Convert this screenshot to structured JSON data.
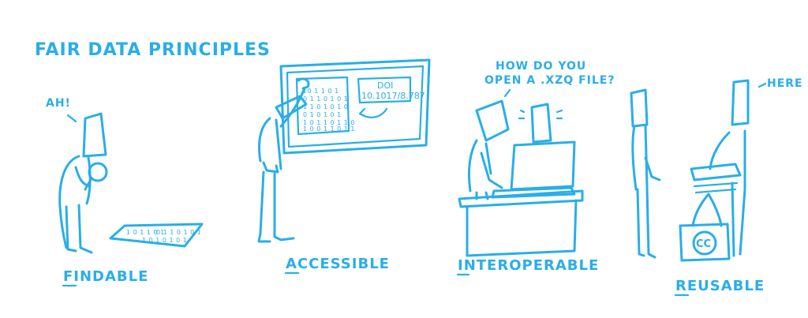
{
  "title": "FAIR DATA PRINCIPLES",
  "panels": [
    {
      "label_initial": "F",
      "label_rest": "INDABLE",
      "speech": "AH!"
    },
    {
      "label_initial": "A",
      "label_rest": "CCESSIBLE"
    },
    {
      "label_initial": "I",
      "label_rest": "NTEROPERABLE",
      "speech_line1": "HOW DO YOU",
      "speech_line2": "OPEN A .XZQ FILE?"
    },
    {
      "label_initial": "R",
      "label_rest": "EUSABLE",
      "speech": "HERE",
      "badge": "CC"
    }
  ],
  "board": {
    "doi_label": "DOI",
    "doi_value": "10.1017/8.787",
    "bits": [
      "10 1 1 0 1",
      "0 1 1 0 1 0 1",
      "1 1 0 1 0 1 0",
      "0 1 0 1 0 1",
      "1 0 1 1 0 1 1 0",
      "1 0 0 1 1 0 1 1"
    ]
  },
  "paper_bits": [
    "1 0 1 1 0 1",
    "0 1 1 0 1 0 1",
    "1 0 1 0 1 0 1"
  ],
  "colors": {
    "ink": "#29aee8",
    "background": "#ffffff"
  }
}
